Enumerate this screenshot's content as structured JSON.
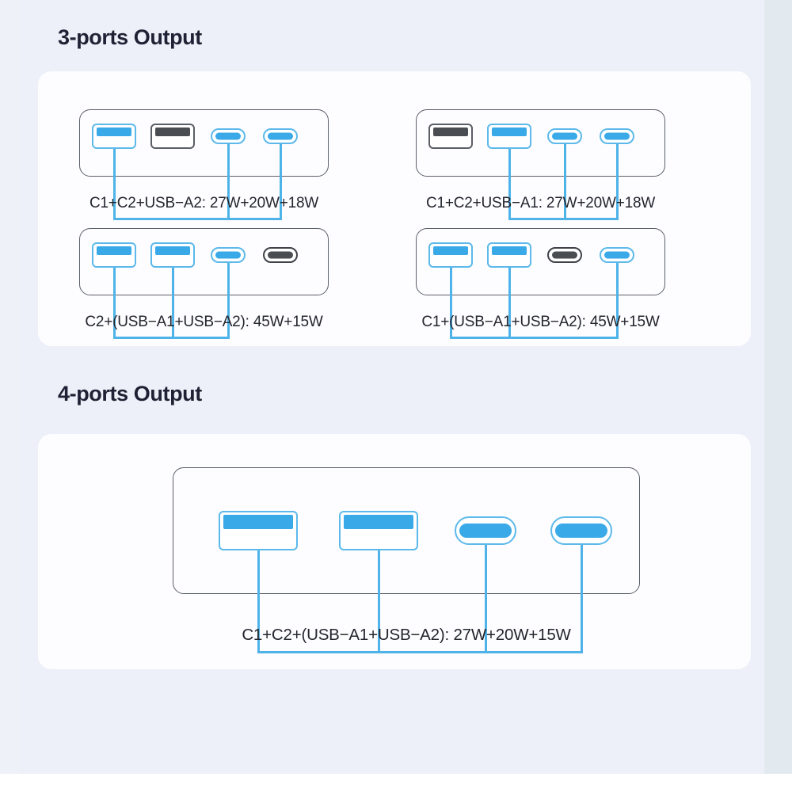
{
  "page": {
    "background_color": "#edf0f8",
    "card_color": "#fdfdff",
    "accent_blue": "#3aa9e8",
    "line_blue": "#4eb3e8",
    "port_gray": "#4a4d52",
    "outline_gray": "#5a5f68",
    "heading_color": "#1f2234",
    "caption_color": "#24262e"
  },
  "sections": [
    {
      "id": "three-ports",
      "title": "3-ports Output",
      "diagrams": [
        {
          "id": "c1-c2-usba2",
          "caption": "C1+C2+USB−A2: 27W+20W+18W",
          "ports": [
            {
              "type": "usb-a",
              "name": "usb-a1",
              "color": "blue",
              "active": true
            },
            {
              "type": "usb-a",
              "name": "usb-a2",
              "color": "gray",
              "active": false
            },
            {
              "type": "usb-c",
              "name": "usb-c1",
              "color": "blue",
              "active": true
            },
            {
              "type": "usb-c",
              "name": "usb-c2",
              "color": "blue",
              "active": true
            }
          ]
        },
        {
          "id": "c1-c2-usba1",
          "caption": "C1+C2+USB−A1: 27W+20W+18W",
          "ports": [
            {
              "type": "usb-a",
              "name": "usb-a1",
              "color": "gray",
              "active": false
            },
            {
              "type": "usb-a",
              "name": "usb-a2",
              "color": "blue",
              "active": true
            },
            {
              "type": "usb-c",
              "name": "usb-c1",
              "color": "blue",
              "active": true
            },
            {
              "type": "usb-c",
              "name": "usb-c2",
              "color": "blue",
              "active": true
            }
          ]
        },
        {
          "id": "c2-usba1-usba2",
          "caption": "C2+(USB−A1+USB−A2): 45W+15W",
          "ports": [
            {
              "type": "usb-a",
              "name": "usb-a1",
              "color": "blue",
              "active": true
            },
            {
              "type": "usb-a",
              "name": "usb-a2",
              "color": "blue",
              "active": true
            },
            {
              "type": "usb-c",
              "name": "usb-c1",
              "color": "blue",
              "active": true
            },
            {
              "type": "usb-c",
              "name": "usb-c2",
              "color": "gray",
              "active": false
            }
          ]
        },
        {
          "id": "c1-usba1-usba2",
          "caption": "C1+(USB−A1+USB−A2): 45W+15W",
          "ports": [
            {
              "type": "usb-a",
              "name": "usb-a1",
              "color": "blue",
              "active": true
            },
            {
              "type": "usb-a",
              "name": "usb-a2",
              "color": "blue",
              "active": true
            },
            {
              "type": "usb-c",
              "name": "usb-c1",
              "color": "gray",
              "active": false
            },
            {
              "type": "usb-c",
              "name": "usb-c2",
              "color": "blue",
              "active": true
            }
          ]
        }
      ]
    },
    {
      "id": "four-ports",
      "title": "4-ports Output",
      "diagrams": [
        {
          "id": "c1-c2-usba1-usba2",
          "caption": "C1+C2+(USB−A1+USB−A2): 27W+20W+15W",
          "ports": [
            {
              "type": "usb-a",
              "name": "usb-a1",
              "color": "blue",
              "active": true
            },
            {
              "type": "usb-a",
              "name": "usb-a2",
              "color": "blue",
              "active": true
            },
            {
              "type": "usb-c",
              "name": "usb-c1",
              "color": "blue",
              "active": true
            },
            {
              "type": "usb-c",
              "name": "usb-c2",
              "color": "blue",
              "active": true
            }
          ]
        }
      ]
    }
  ]
}
